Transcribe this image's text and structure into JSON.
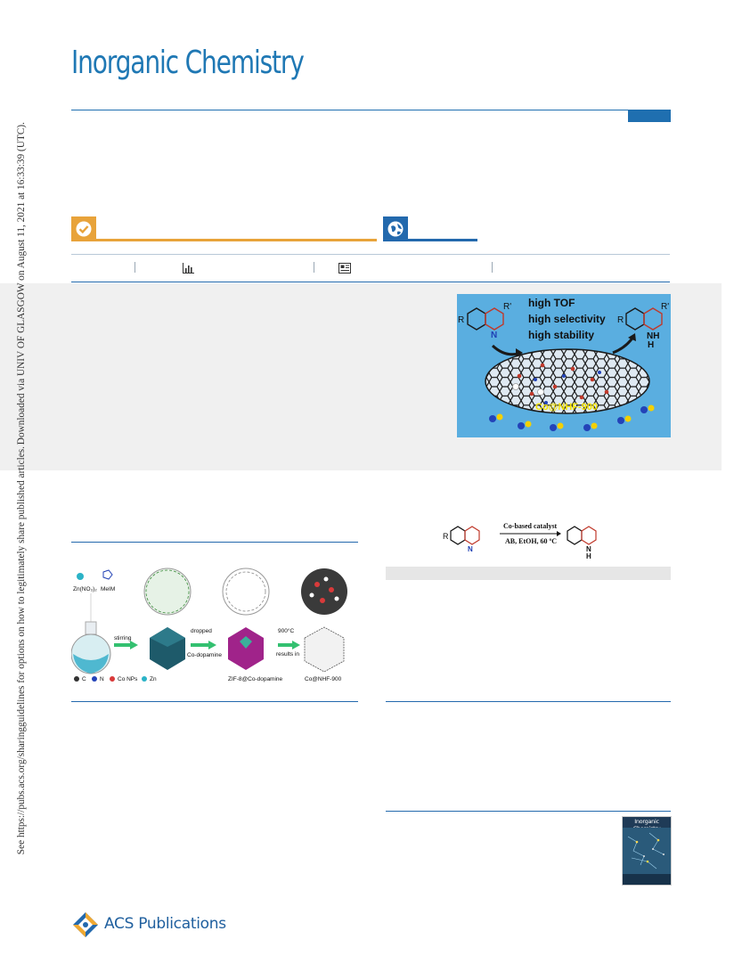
{
  "journal": {
    "title": "Inorganic Chemistry"
  },
  "badges": [
    {
      "icon": "check-circle-icon",
      "color": "#e8a33a"
    },
    {
      "icon": "globe-icon",
      "color": "#2369ad"
    }
  ],
  "metrics": {
    "icons": [
      "bar-chart-icon",
      "article-icon"
    ]
  },
  "side_notice": {
    "line1": "Downloaded via UNIV OF GLASGOW on August 11, 2021 at 16:33:39 (UTC).",
    "line2": "See https://pubs.acs.org/sharingguidelines for options on how to legitimately share published articles."
  },
  "toc_graphic": {
    "labels": [
      "high TOF",
      "high selectivity",
      "high stability"
    ],
    "catalyst": "Co@NHF-900",
    "substituents": {
      "r": "R",
      "r_prime": "R'",
      "n": "N",
      "nh": "NH",
      "h": "H"
    }
  },
  "synthesis_figure": {
    "reagents": [
      "Zn(NO₃)₂",
      "MeIM"
    ],
    "steps": [
      "stirring",
      "dropped",
      "Co-dopamine",
      "900°C",
      "results in"
    ],
    "products": [
      "ZIF-8@Co-dopamine",
      "Co@NHF-900"
    ],
    "legend": [
      "C",
      "N",
      "Co NPs",
      "Zn"
    ]
  },
  "reaction_scheme": {
    "catalyst": "Co-based catalyst",
    "conditions": "AB, EtOH, 60 ºC",
    "r": "R",
    "n": "N",
    "nh": "N",
    "h": "H"
  },
  "cover": {
    "title": "Inorganic Chemistry"
  },
  "publisher": {
    "name": "ACS Publications"
  },
  "colors": {
    "accent": "#1f78b4",
    "rule": "#2369ad",
    "orange": "#e8a33a",
    "panel": "#f0f0f0",
    "graphic_bg": "#5aaee0"
  }
}
